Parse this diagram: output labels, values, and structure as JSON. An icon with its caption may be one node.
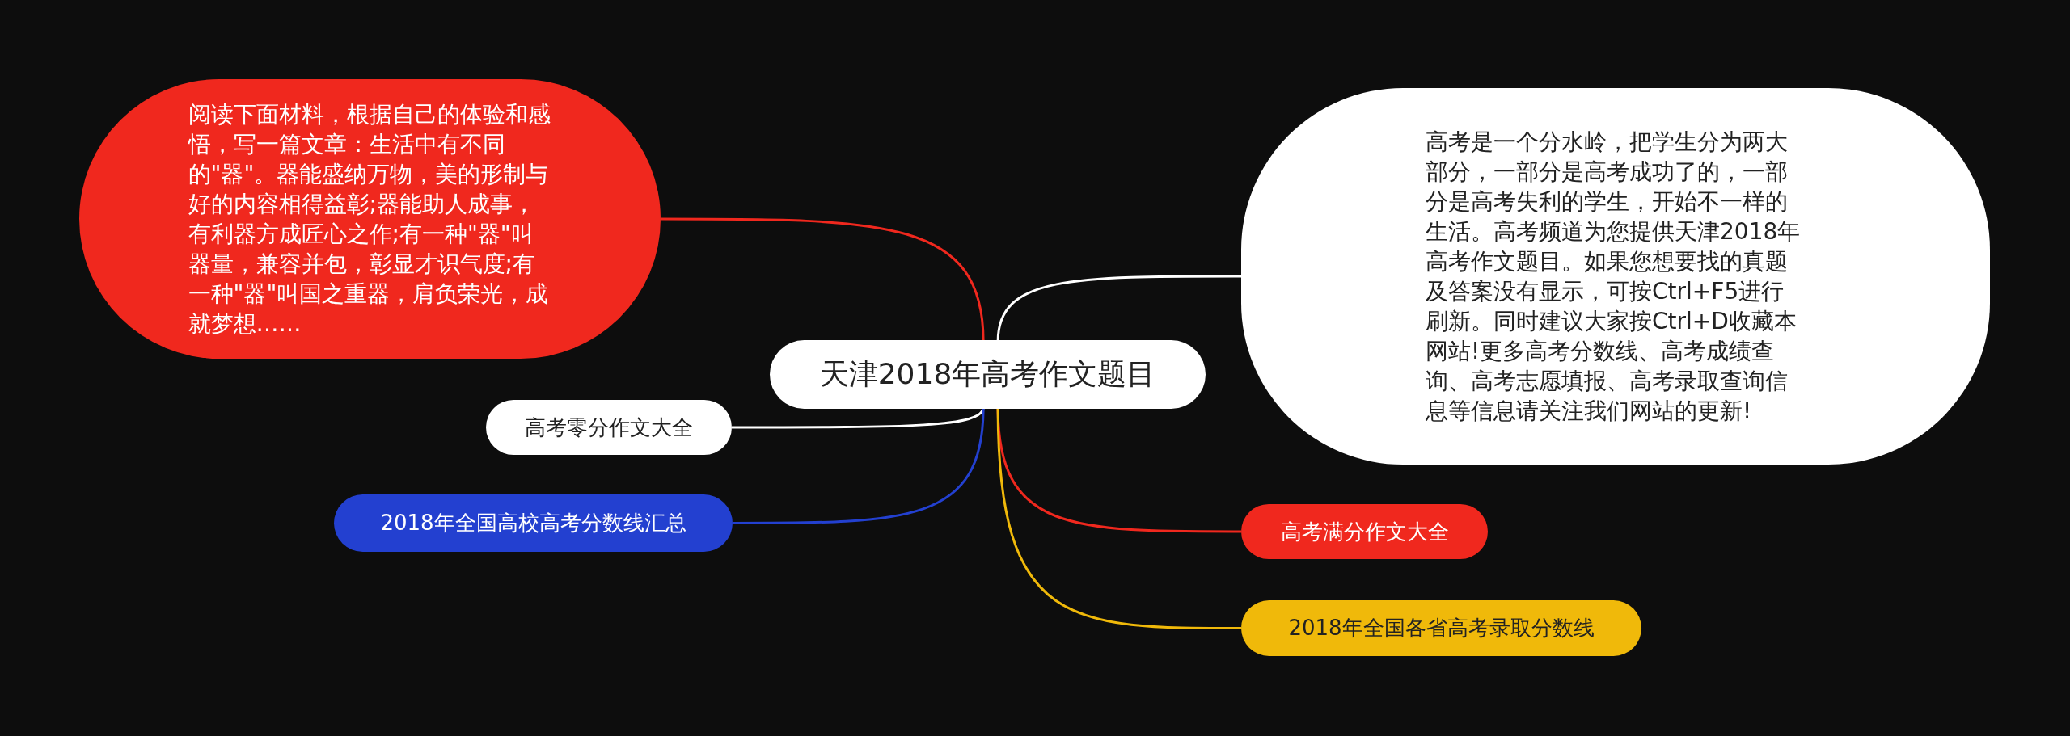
{
  "diagram": {
    "nodes": [
      {
        "text": [
          "天津2018年高考作文题目"
        ]
      },
      {
        "text": [
          "阅读下面材料，根据自己的体验和感悟，写一篇文章：生活中有不同的\"器\"。器能盛纳万物，美的形制与好的内容相得益彰;器能助人成事，有利器方成匠心之作;有一种\"器\"叫器量，兼容并包，彰显才识气度;有一种\"器\"叫国之重器，肩负荣光，成就梦想……"
        ]
      },
      {
        "text": [
          "高考是一个分水岭，把学生分为两大部分，一部分是高考成功了的，一部分是高考失利的学生，开始不一样的生活。高考频道为您提供天津2018年高考作文题目。如果您想要找的真题及答案没有显示，可按Ctrl+F5进行刷新。同时建议大家按Ctrl+D收藏本网站!更多高考分数线、高考成绩查询、高考志愿填报、高考录取查询信息等信息请关注我们网站的更新!"
        ]
      },
      {
        "text": [
          "高考零分作文大全"
        ]
      },
      {
        "text": [
          "2018年全国高校高考分数线汇总"
        ]
      },
      {
        "text": [
          "高考满分作文大全"
        ]
      },
      {
        "text": [
          "2018年全国各省高考录取分数线"
        ]
      }
    ],
    "edges": [
      {
        "from": 0,
        "to": 1,
        "arrow": "none",
        "color": "#f0281e"
      },
      {
        "from": 0,
        "to": 2,
        "arrow": "none",
        "color": "#ffffff"
      },
      {
        "from": 0,
        "to": 3,
        "arrow": "none",
        "color": "#ffffff"
      },
      {
        "from": 0,
        "to": 4,
        "arrow": "none",
        "color": "#2340d0"
      },
      {
        "from": 0,
        "to": 5,
        "arrow": "none",
        "color": "#f0281e"
      },
      {
        "from": 0,
        "to": 6,
        "arrow": "none",
        "color": "#f0b90a"
      }
    ]
  }
}
